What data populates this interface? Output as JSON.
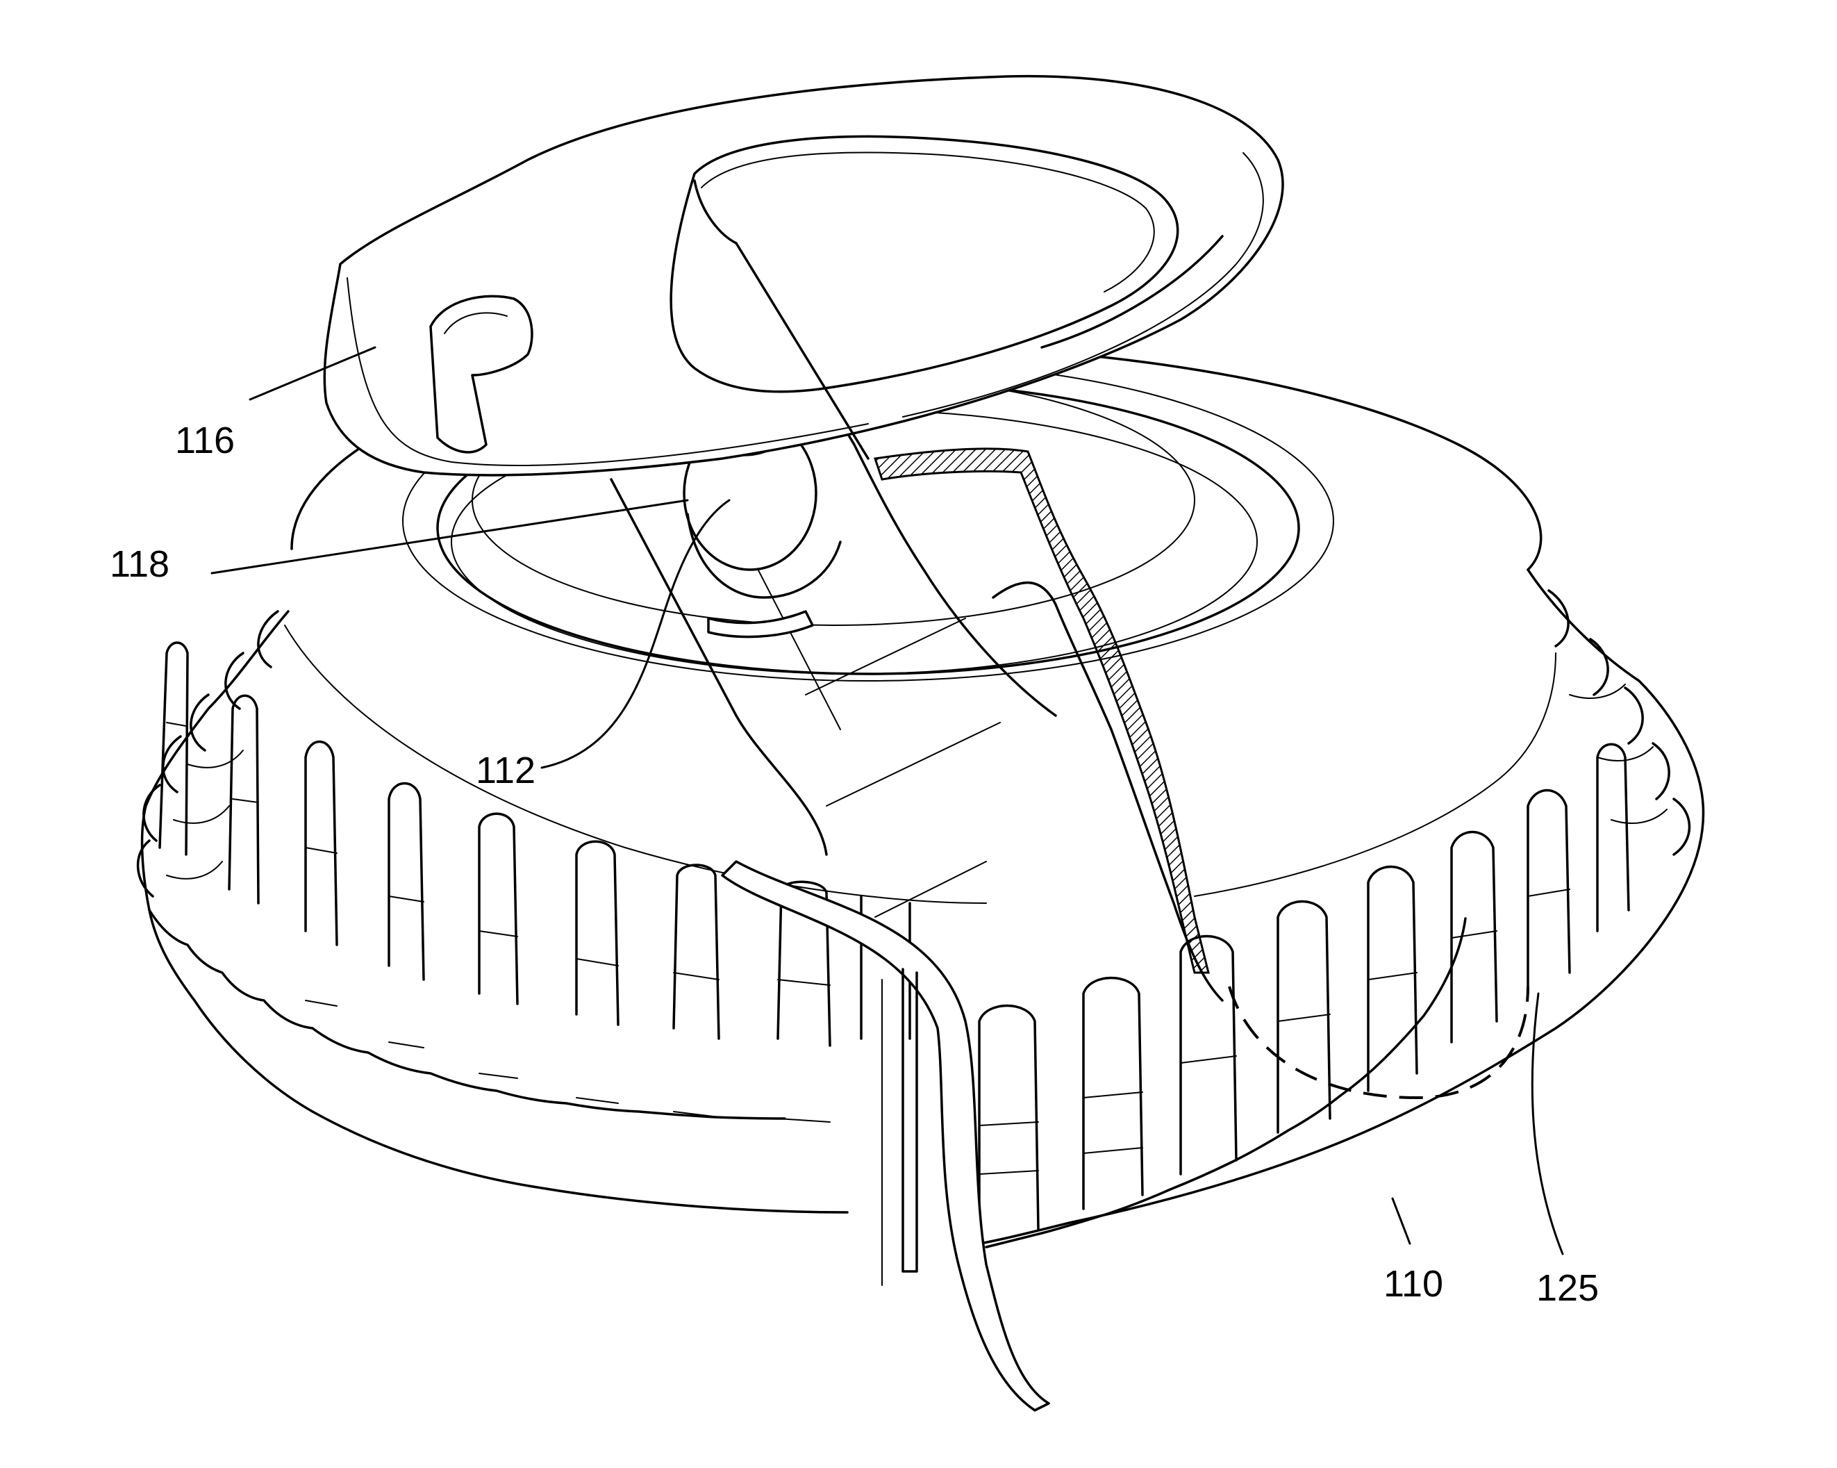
{
  "figure": {
    "reference_numerals": [
      {
        "id": "116",
        "text": "116"
      },
      {
        "id": "118",
        "text": "118"
      },
      {
        "id": "112",
        "text": "112"
      },
      {
        "id": "110",
        "text": "110"
      },
      {
        "id": "125",
        "text": "125"
      }
    ]
  }
}
